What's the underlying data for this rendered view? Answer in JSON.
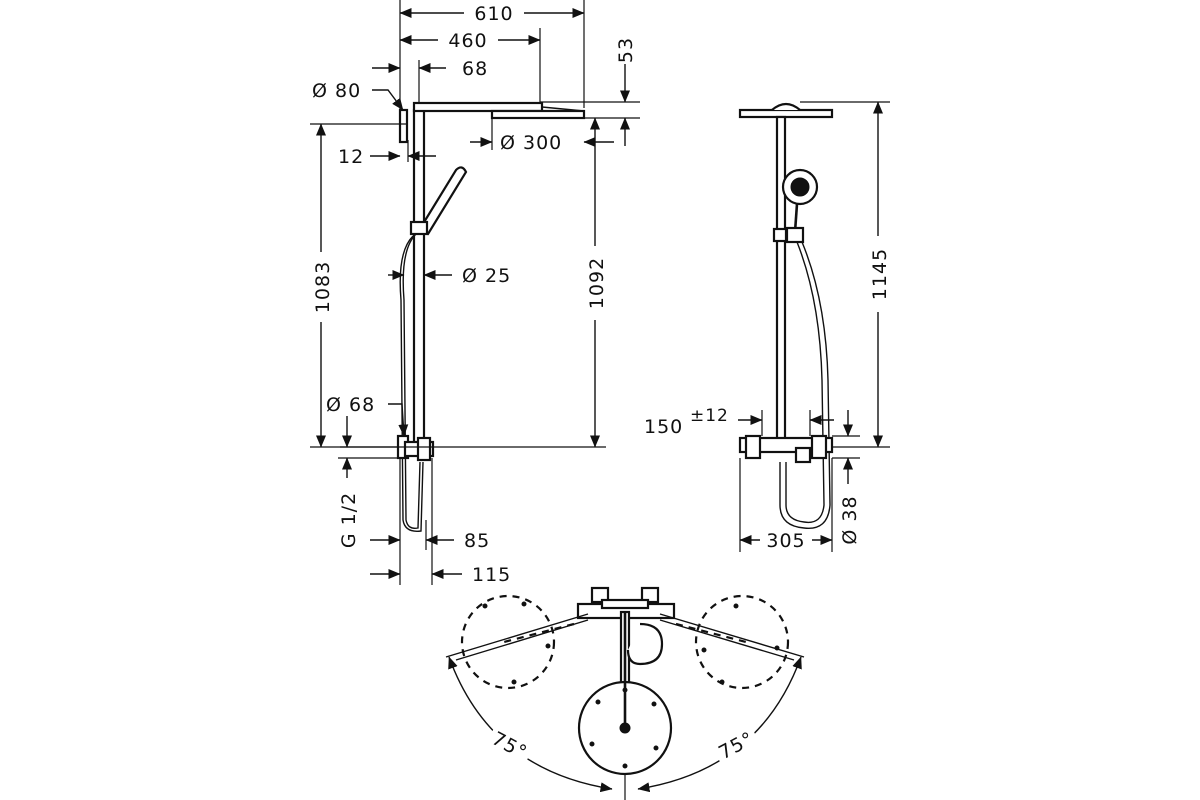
{
  "diagram": {
    "side_view": {
      "dim_610": "610",
      "dim_460": "460",
      "dim_68_top": "68",
      "dim_53": "53",
      "dim_dia80": "Ø 80",
      "dim_dia300": "Ø 300",
      "dim_12": "12",
      "dim_dia25": "Ø 25",
      "dim_1083": "1083",
      "dim_1092": "1092",
      "dim_dia68": "Ø 68",
      "dim_g12": "G 1/2",
      "dim_85": "85",
      "dim_115": "115"
    },
    "front_view": {
      "dim_1145": "1145",
      "dim_150": "150",
      "dim_pm12": "±12",
      "dim_305": "305",
      "dim_dia38": "Ø 38"
    },
    "top_view": {
      "angle_left": "75°",
      "angle_right": "75°"
    }
  }
}
